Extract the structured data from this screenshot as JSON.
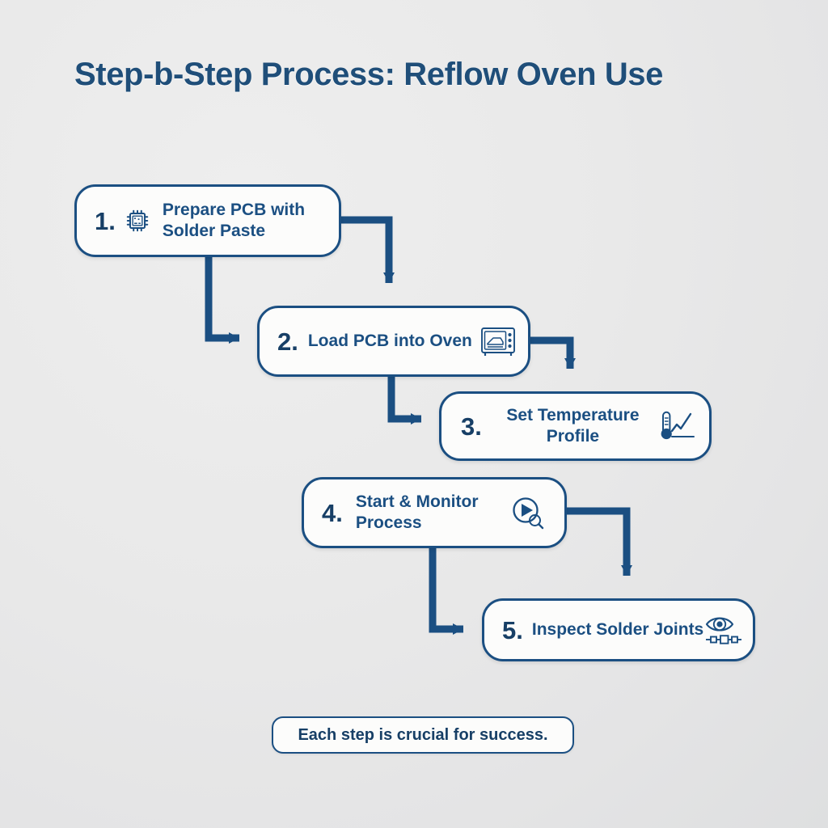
{
  "title": "Step-b-Step Process: Reflow Oven Use",
  "colors": {
    "accent": "#1b4f82",
    "accent_dark": "#173f66",
    "box_fill": "#fcfcfb",
    "background": "#e8e8e8"
  },
  "steps": [
    {
      "number": "1.",
      "label_line1": "Prepare PCB with",
      "label_line2": "Solder Paste",
      "icon": "microchip-icon",
      "icon_position": "left"
    },
    {
      "number": "2.",
      "label_line1": "Load PCB into Oven",
      "label_line2": "",
      "icon": "oven-icon",
      "icon_position": "right"
    },
    {
      "number": "3.",
      "label_line1": "Set Temperature",
      "label_line2": "Profile",
      "icon": "thermometer-chart-icon",
      "icon_position": "right"
    },
    {
      "number": "4.",
      "label_line1": "Start & Monitor",
      "label_line2": "Process",
      "icon": "play-magnifier-icon",
      "icon_position": "right"
    },
    {
      "number": "5.",
      "label_line1": "Inspect Solder Joints",
      "label_line2": "",
      "icon": "eye-circuit-icon",
      "icon_position": "right"
    }
  ],
  "footer": {
    "note": "Each step is crucial for success."
  },
  "connectors": [
    {
      "from": "step-1",
      "to": "step-2",
      "route": "right-then-down"
    },
    {
      "from": "step-1",
      "to": "step-2",
      "route": "down-then-right"
    },
    {
      "from": "step-2",
      "to": "step-3",
      "route": "right-then-down"
    },
    {
      "from": "step-2",
      "to": "step-3",
      "route": "down-then-right"
    },
    {
      "from": "step-4",
      "to": "step-5",
      "route": "right-then-down"
    },
    {
      "from": "step-4",
      "to": "step-5",
      "route": "down-then-right"
    }
  ]
}
